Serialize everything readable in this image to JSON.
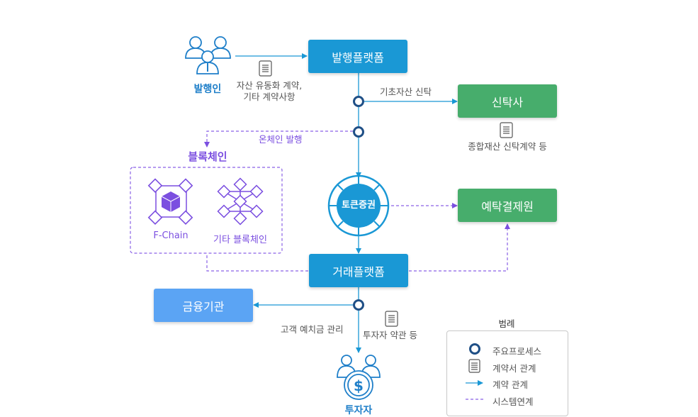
{
  "nodes": {
    "issuer_label": "발행인",
    "issuing_platform": "발행플랫폼",
    "trust_company": "신탁사",
    "blockchain_title": "블록체인",
    "fchain": "F-Chain",
    "other_blockchain": "기타 블록체인",
    "token_securities": "토큰증권",
    "depository": "예탁결제원",
    "trading_platform": "거래플랫폼",
    "financial_institution": "금융기관",
    "investor_label": "투자자"
  },
  "edge_labels": {
    "issuer_contract_line1": "자산 유동화 계약,",
    "issuer_contract_line2": "기타 계약사항",
    "underlying_trust": "기초자산 신탁",
    "trust_contract": "종합재산 신탁계약 등",
    "onchain_issue": "온체인 발행",
    "customer_deposit": "고객 예치금 관리",
    "investor_terms": "투자자 약관 등"
  },
  "legend": {
    "title": "범례",
    "main_process": "주요프로세스",
    "contract_doc": "계약서 관계",
    "contract_rel": "계약 관계",
    "system_link": "시스템연계"
  },
  "colors": {
    "primary_blue": "#1a98d5",
    "green": "#47ad6c",
    "light_blue": "#5ba4f4",
    "navy": "#1f4f86",
    "purple": "#7b4fe0"
  }
}
